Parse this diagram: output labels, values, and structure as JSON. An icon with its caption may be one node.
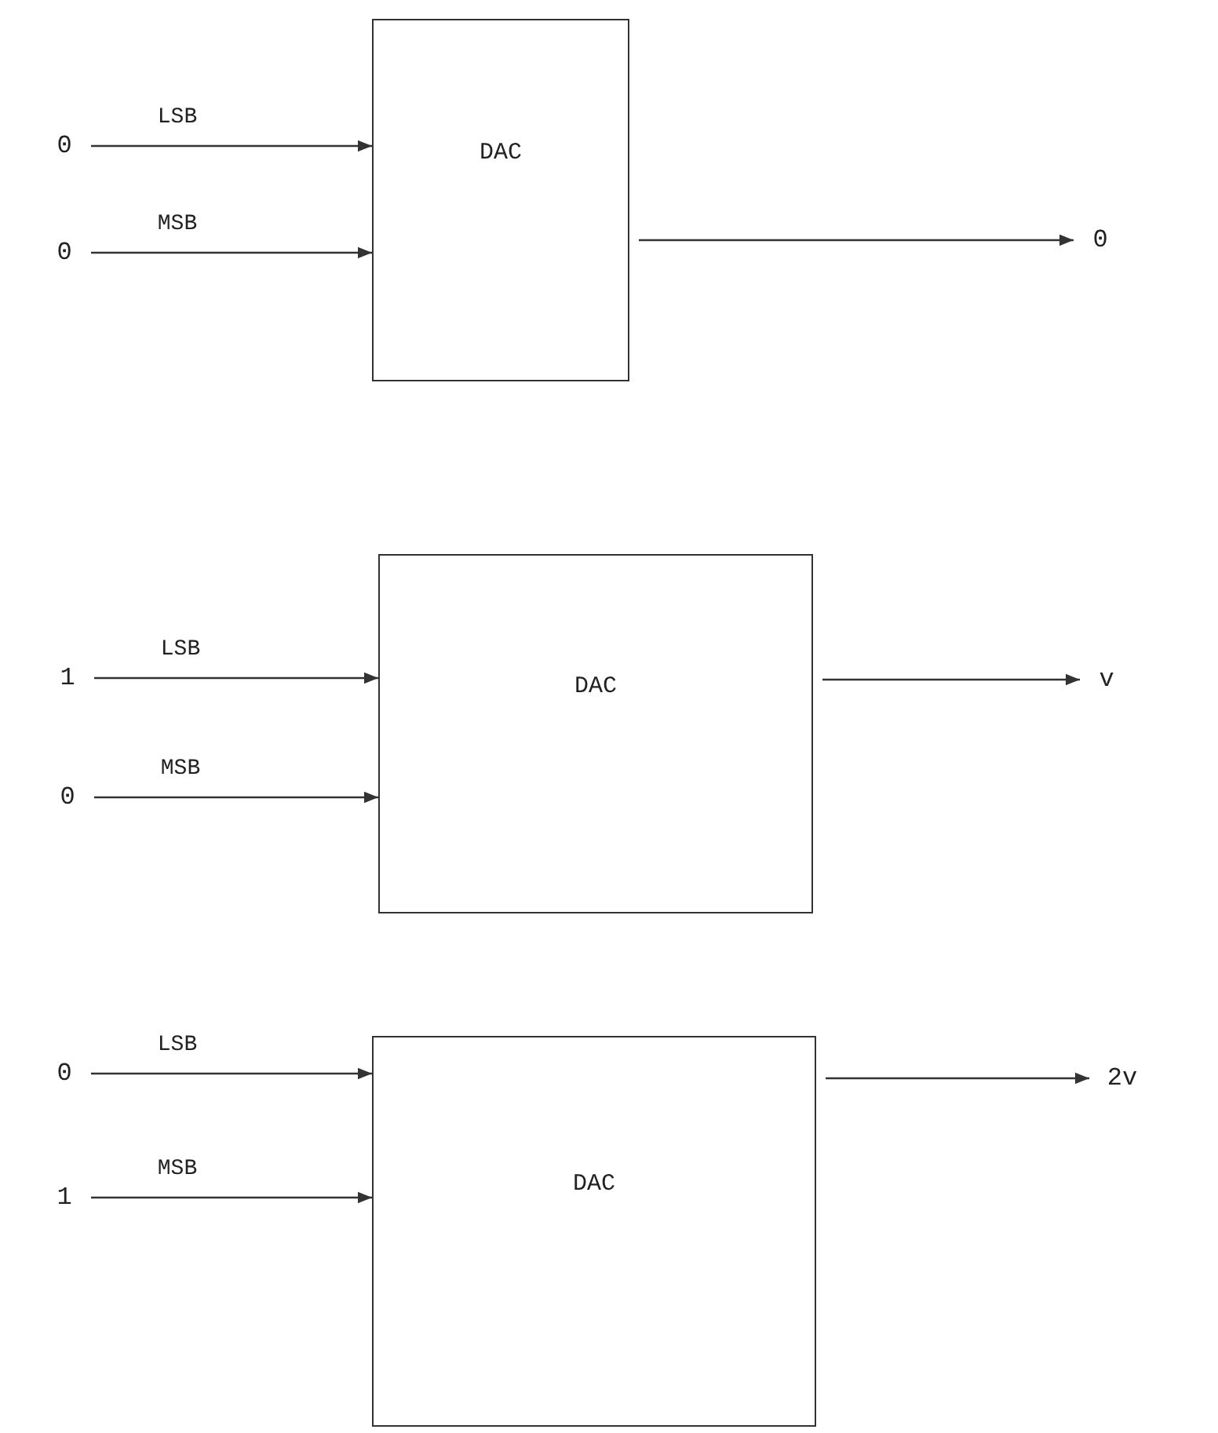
{
  "diagram": {
    "nodes": [
      {
        "text": [
          "0"
        ]
      },
      {
        "text": [
          "0"
        ]
      },
      {
        "text": [
          "DAC"
        ]
      },
      {
        "text": [
          "0"
        ]
      },
      {
        "text": [
          "1"
        ]
      },
      {
        "text": [
          "0"
        ]
      },
      {
        "text": [
          "DAC"
        ]
      },
      {
        "text": [
          "v"
        ]
      },
      {
        "text": [
          "0"
        ]
      },
      {
        "text": [
          "1"
        ]
      },
      {
        "text": [
          "DAC"
        ]
      },
      {
        "text": [
          "2v"
        ]
      }
    ],
    "edges": [
      {
        "from": 0,
        "to": 2,
        "arrow": "to",
        "label": "LSB"
      },
      {
        "from": 1,
        "to": 2,
        "arrow": "to",
        "label": "MSB"
      },
      {
        "from": 2,
        "to": 3,
        "arrow": "to"
      },
      {
        "from": 4,
        "to": 6,
        "arrow": "to",
        "label": "LSB"
      },
      {
        "from": 5,
        "to": 6,
        "arrow": "to",
        "label": "MSB"
      },
      {
        "from": 6,
        "to": 7,
        "arrow": "to"
      },
      {
        "from": 8,
        "to": 10,
        "arrow": "to",
        "label": "LSB"
      },
      {
        "from": 9,
        "to": 10,
        "arrow": "to",
        "label": "MSB"
      },
      {
        "from": 10,
        "to": 11,
        "arrow": "to"
      }
    ]
  }
}
